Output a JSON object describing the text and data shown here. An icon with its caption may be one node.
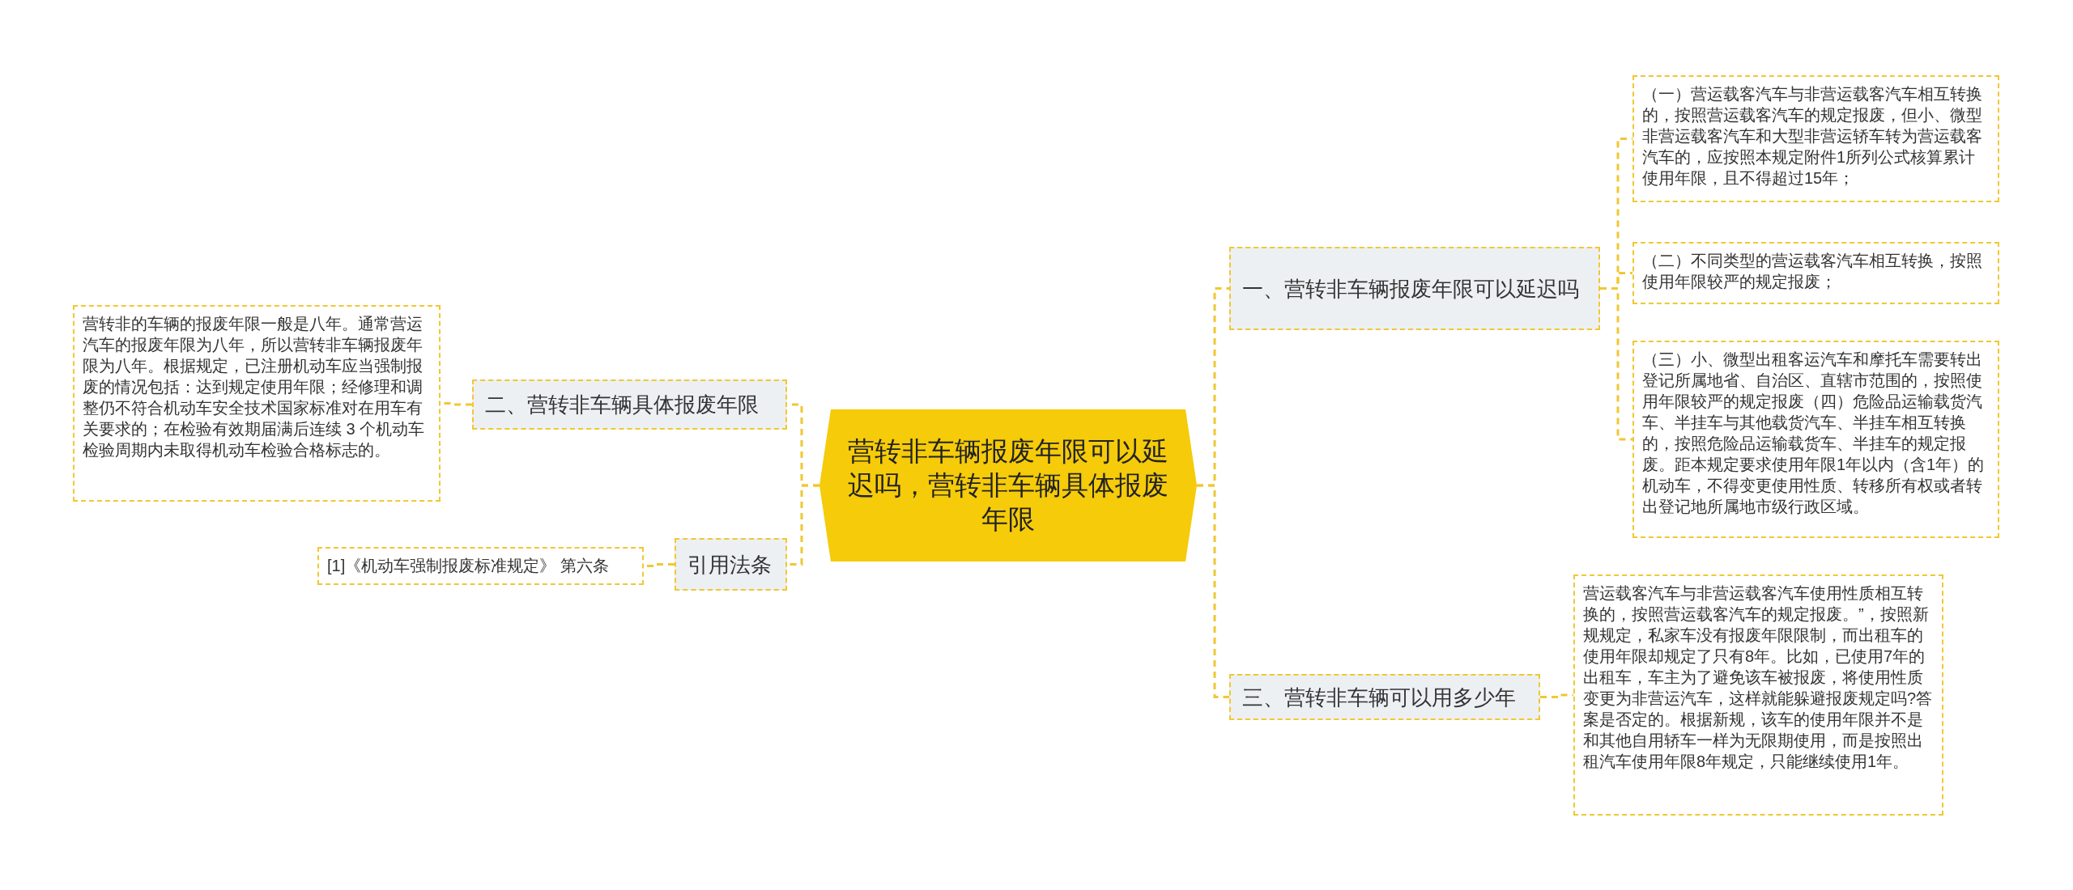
{
  "diagram": {
    "nodes": [
      {
        "text": [
          "营转非车辆报废年限可以延迟吗，营转非车辆具体报废年限"
        ]
      },
      {
        "text": [
          "一、营转非车辆报废年限可以延迟吗"
        ]
      },
      {
        "text": [
          "（一）营运载客汽车与非营运载客汽车相互转换的，按照营运载客汽车的规定报废，但小、微型非营运载客汽车和大型非营运轿车转为营运载客汽车的，应按照本规定附件1所列公式核算累计使用年限，且不得超过15年；"
        ]
      },
      {
        "text": [
          "（二）不同类型的营运载客汽车相互转换，按照使用年限较严的规定报废；"
        ]
      },
      {
        "text": [
          "（三）小、微型出租客运汽车和摩托车需要转出登记所属地省、自治区、直辖市范围的，按照使用年限较严的规定报废（四）危险品运输载货汽车、半挂车与其他载货汽车、半挂车相互转换的，按照危险品运输载货车、半挂车的规定报废。距本规定要求使用年限1年以内（含1年）的机动车，不得变更使用性质、转移所有权或者转出登记地所属地市级行政区域。"
        ]
      },
      {
        "text": [
          "三、营转非车辆可以用多少年"
        ]
      },
      {
        "text": [
          "营运载客汽车与非营运载客汽车使用性质相互转换的，按照营运载客汽车的规定报废。”，按照新规规定，私家车没有报废年限限制，而出租车的使用年限却规定了只有8年。比如，已使用7年的出租车，车主为了避免该车被报废，将使用性质变更为非营运汽车，这样就能躲避报废规定吗?答案是否定的。根据新规，该车的使用年限并不是和其他自用轿车一样为无限期使用，而是按照出租汽车使用年限8年规定，只能继续使用1年。"
        ]
      },
      {
        "text": [
          "二、营转非车辆具体报废年限"
        ]
      },
      {
        "text": [
          "营转非的车辆的报废年限一般是八年。通常营运汽车的报废年限为八年，所以营转非车辆报废年限为八年。根据规定，已注册机动车应当强制报废的情况包括：达到规定使用年限；经修理和调整仍不符合机动车安全技术国家标准对在用车有关要求的；在检验有效期届满后连续 3 个机动车检验周期内未取得机动车检验合格标志的。"
        ]
      },
      {
        "text": [
          "引用法条"
        ]
      },
      {
        "text": [
          "[1]《机动车强制报废标准规定》 第六条"
        ]
      }
    ],
    "edges": [
      {
        "from": 0,
        "to": 1,
        "arrow": "none"
      },
      {
        "from": 1,
        "to": 2,
        "arrow": "none"
      },
      {
        "from": 1,
        "to": 3,
        "arrow": "none"
      },
      {
        "from": 1,
        "to": 4,
        "arrow": "none"
      },
      {
        "from": 0,
        "to": 5,
        "arrow": "none"
      },
      {
        "from": 5,
        "to": 6,
        "arrow": "none"
      },
      {
        "from": 0,
        "to": 7,
        "arrow": "none"
      },
      {
        "from": 7,
        "to": 8,
        "arrow": "none"
      },
      {
        "from": 0,
        "to": 9,
        "arrow": "none"
      },
      {
        "from": 9,
        "to": 10,
        "arrow": "none"
      }
    ]
  }
}
